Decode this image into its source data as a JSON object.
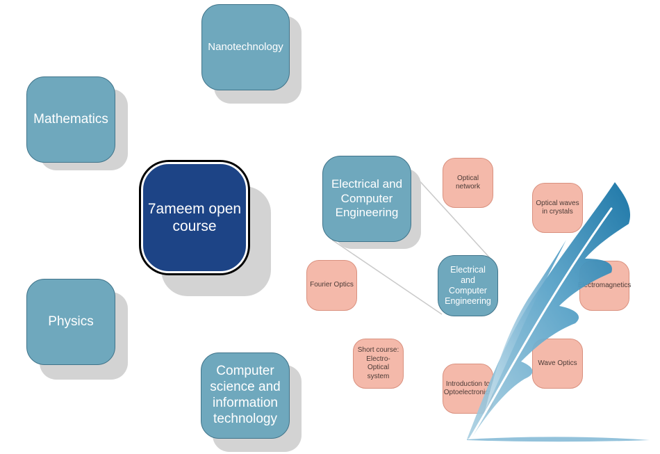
{
  "center": {
    "label": "7ameem open course",
    "color": "#1d4486"
  },
  "topics": [
    {
      "id": "nanotechnology",
      "label": "Nanotechnology"
    },
    {
      "id": "mathematics",
      "label": "Mathematics"
    },
    {
      "id": "physics",
      "label": "Physics"
    },
    {
      "id": "computer-science",
      "label": "Computer science and information technology"
    },
    {
      "id": "ece",
      "label": "Electrical and Computer Engineering"
    }
  ],
  "ece_sub": {
    "label": "Electrical and Computer Engineering"
  },
  "courses": [
    {
      "id": "optical-network",
      "label": "Optical network"
    },
    {
      "id": "optical-waves",
      "label": "Optical waves in crystals"
    },
    {
      "id": "electromagnetics",
      "label": "Electromagnetics"
    },
    {
      "id": "fourier-optics",
      "label": "Fourier Optics"
    },
    {
      "id": "short-course",
      "label": "Short course: Electro-Optical system"
    },
    {
      "id": "intro-optoelectronics",
      "label": "Introduction to Optoelectronics"
    },
    {
      "id": "wave-optics",
      "label": "Wave Optics"
    }
  ],
  "colors": {
    "topic_fill": "#6fa8bd",
    "topic_border": "#3f7389",
    "course_fill": "#f4b9aa",
    "feather": "#2e86b4"
  },
  "decoration": {
    "feather_icon": "quill-feather-icon"
  }
}
